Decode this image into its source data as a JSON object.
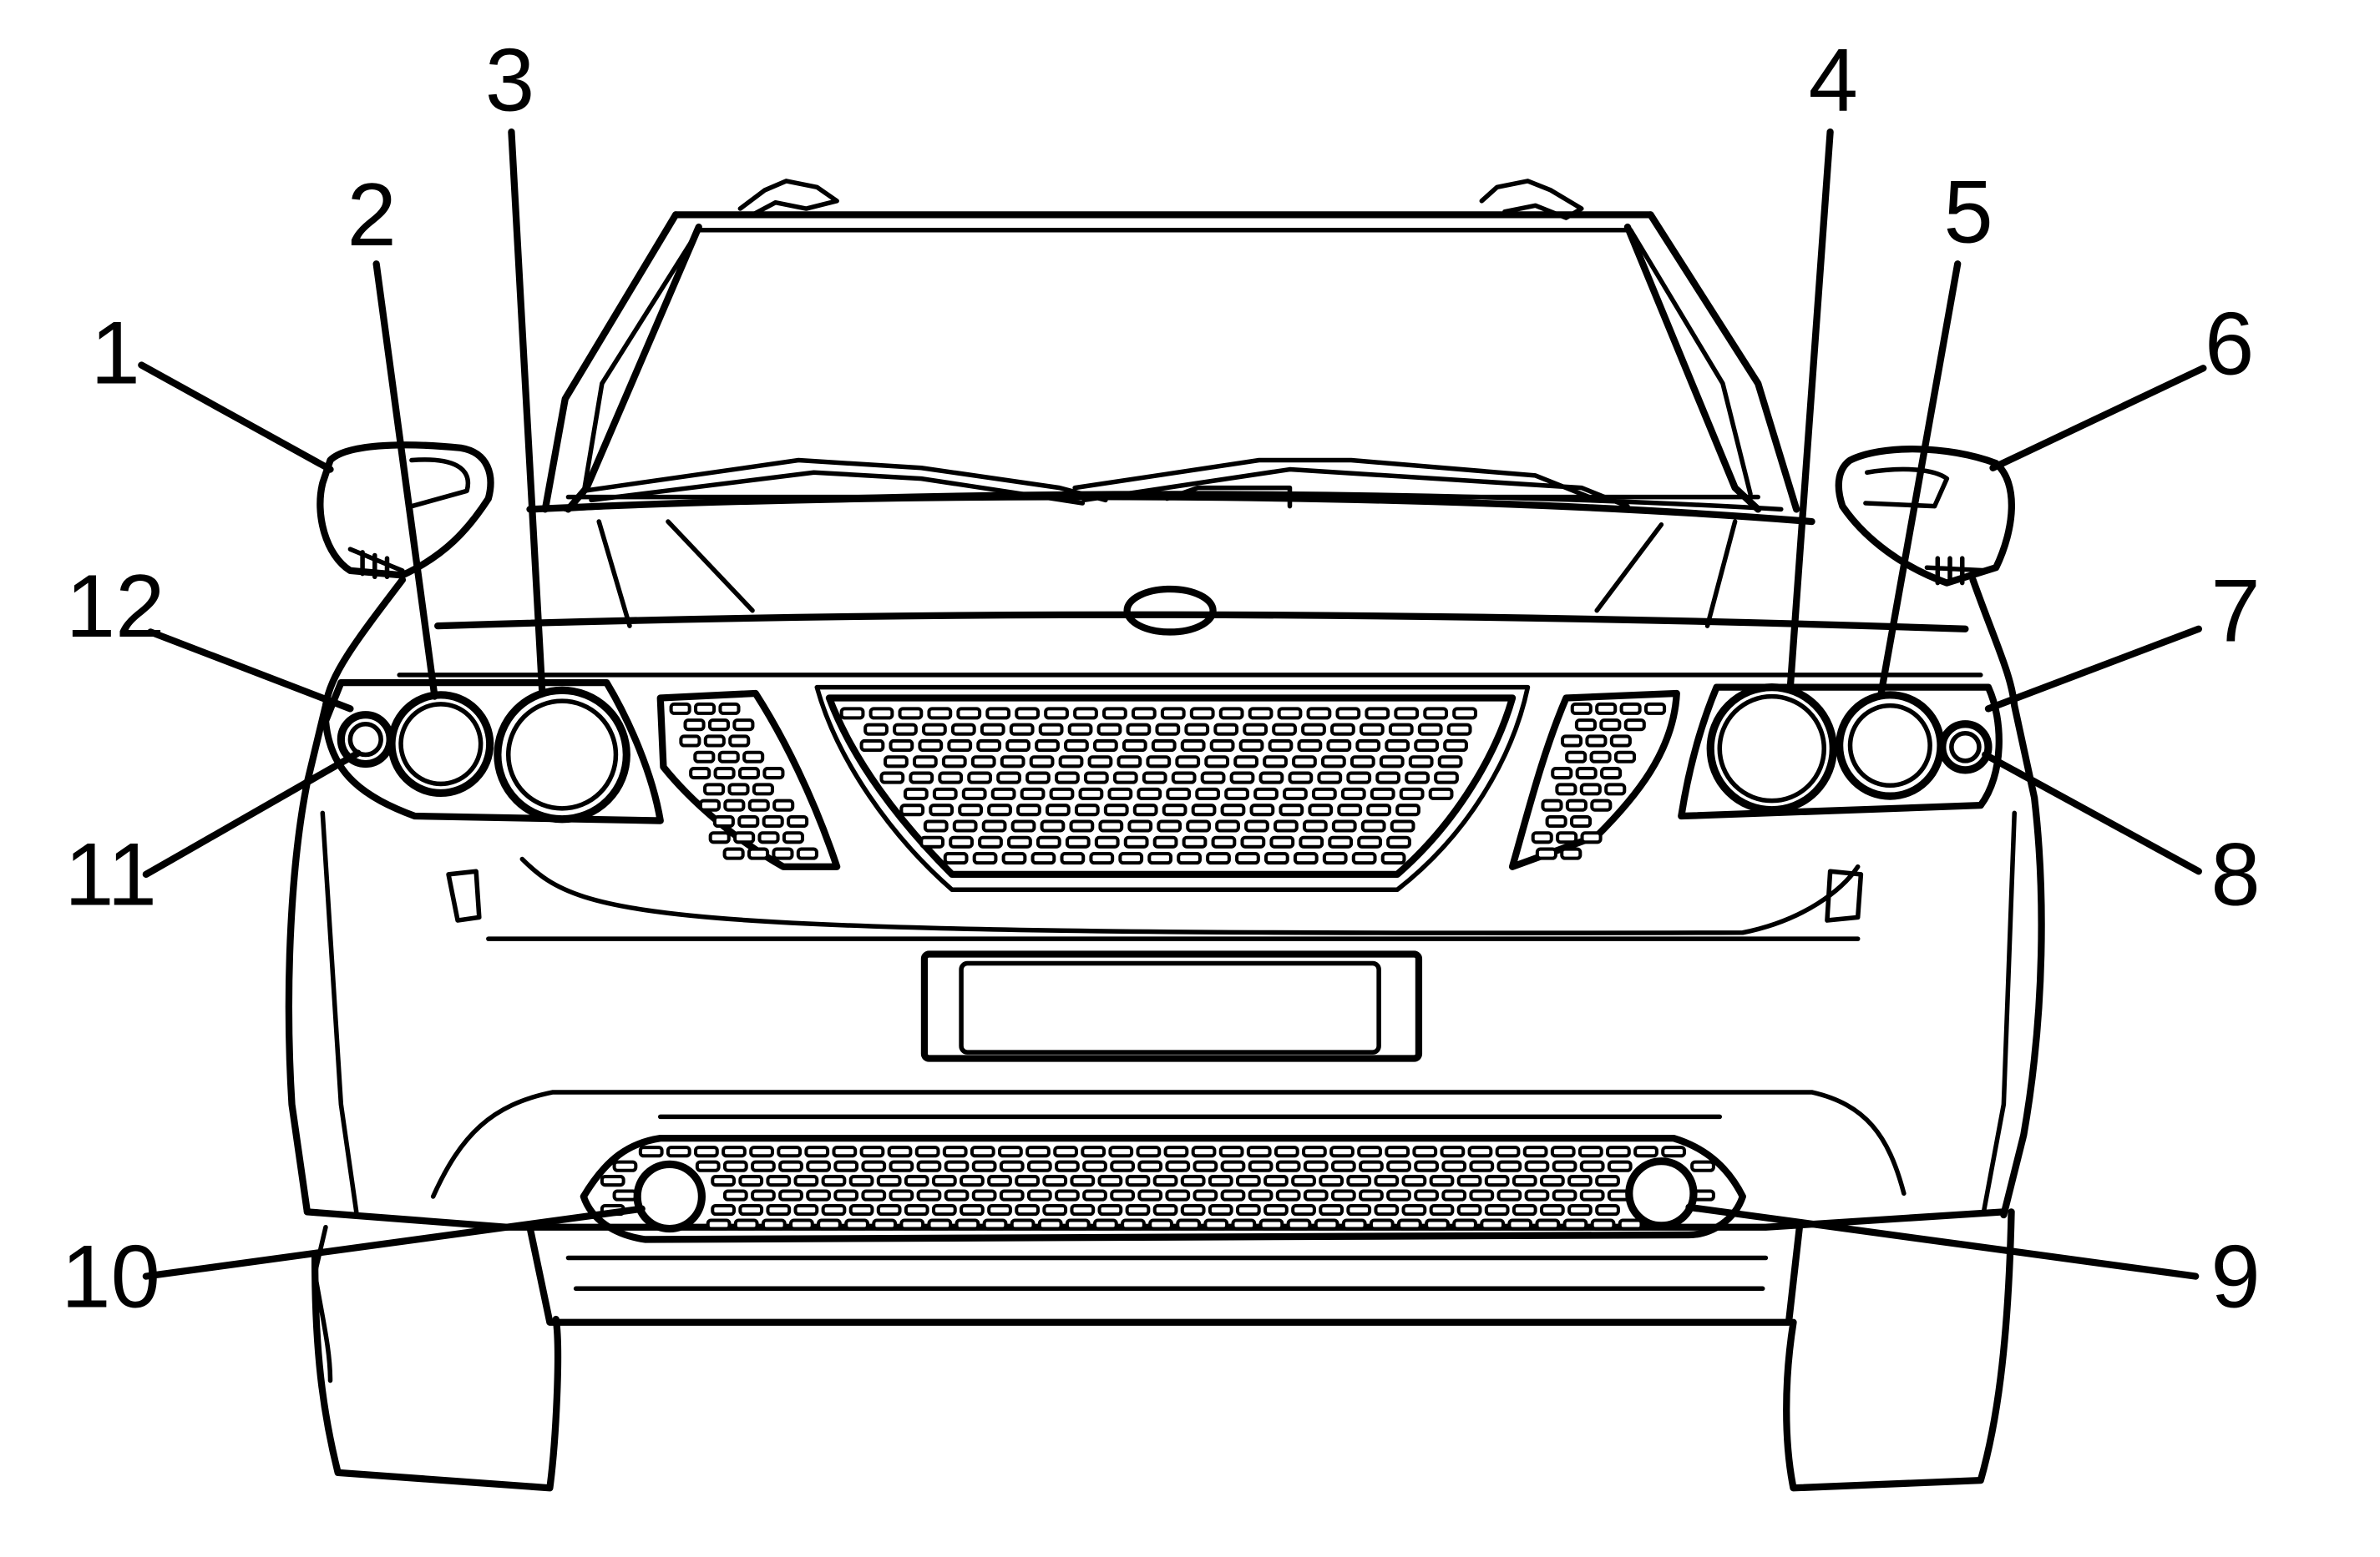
{
  "callouts": [
    {
      "id": "1",
      "text": "1"
    },
    {
      "id": "2",
      "text": "2"
    },
    {
      "id": "3",
      "text": "3"
    },
    {
      "id": "4",
      "text": "4"
    },
    {
      "id": "5",
      "text": "5"
    },
    {
      "id": "6",
      "text": "6"
    },
    {
      "id": "7",
      "text": "7"
    },
    {
      "id": "8",
      "text": "8"
    },
    {
      "id": "9",
      "text": "9"
    },
    {
      "id": "10",
      "text": "10"
    },
    {
      "id": "11",
      "text": "11"
    },
    {
      "id": "12",
      "text": "12"
    }
  ],
  "colors": {
    "line": "#000000",
    "background": "#ffffff"
  }
}
